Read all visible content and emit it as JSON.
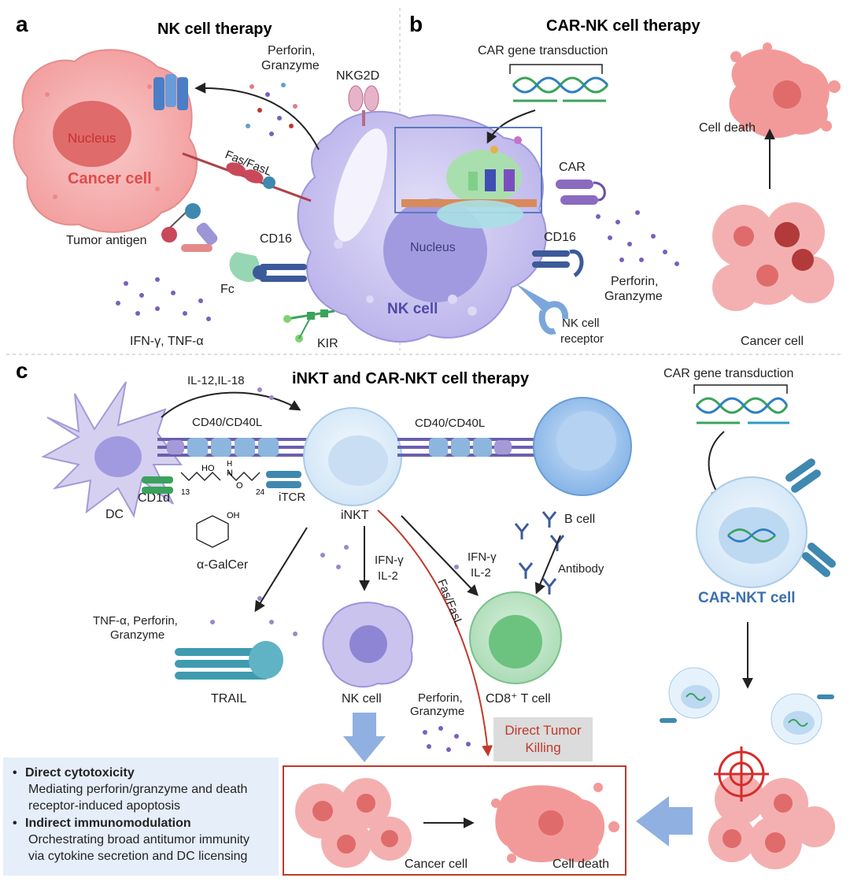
{
  "panel_a": {
    "letter": "a",
    "title": "NK cell therapy",
    "labels": {
      "perforin_granzyme": [
        "Perforin,",
        "Granzyme"
      ],
      "nkg2d": "NKG2D",
      "nucleus": "Nucleus",
      "cancer_cell": "Cancer cell",
      "fas_fasl": "Fas/FasL",
      "tumor_antigen": "Tumor antigen",
      "cd16": "CD16",
      "fc": "Fc",
      "ifn_tnf": "IFN-γ, TNF-α",
      "kir": "KIR",
      "nk_nucleus": "Nucleus",
      "nk_cell": "NK cell"
    }
  },
  "panel_b": {
    "letter": "b",
    "title": "CAR-NK cell therapy",
    "labels": {
      "car_gene_transduction": "CAR gene transduction",
      "car": "CAR",
      "cd16": "CD16",
      "perforin_granzyme": [
        "Perforin,",
        "Granzyme"
      ],
      "nk_cell_receptor": [
        "NK cell",
        "receptor"
      ],
      "cell_death": "Cell death",
      "cancer_cell": "Cancer cell"
    }
  },
  "panel_c": {
    "letter": "c",
    "title": "iNKT and CAR-NKT cell therapy",
    "labels": {
      "il12_il18": "IL-12,IL-18",
      "cd40_cd40l_left": "CD40/CD40L",
      "cd40_cd40l_right": "CD40/CD40L",
      "dc": "DC",
      "cd1d": "CD1d",
      "itcr": "iTCR",
      "inkt": "iNKT",
      "b_cell": "B cell",
      "alpha_galcer": "α-GalCer",
      "ifn_il2_mid": [
        "IFN-γ",
        "IL-2"
      ],
      "ifn_il2_right": [
        "IFN-γ",
        "IL-2"
      ],
      "fas_fasl": "Fas/FasL",
      "antibody": "Antibody",
      "tnf_perforin_granzyme": [
        "TNF-α, Perforin,",
        "Granzyme"
      ],
      "trail": "TRAIL",
      "nk_cell": "NK cell",
      "perforin_granzyme": [
        "Perforin,",
        "Granzyme"
      ],
      "cd8_t_cell": "CD8⁺ T cell",
      "direct_tumor_killing": [
        "Direct Tumor",
        "Killing"
      ],
      "car_gene_transduction": "CAR gene transduction",
      "car_nkt_cell": "CAR-NKT cell",
      "cancer_cell": "Cancer cell",
      "cell_death": "Cell death",
      "chem_numbers": [
        "13",
        "24",
        "OH",
        "HO",
        "N",
        "H",
        "O"
      ]
    }
  },
  "summary": {
    "items": [
      {
        "heading": "Direct cytotoxicity",
        "desc": [
          "Mediating perforin/granzyme and death",
          "receptor-induced apoptosis"
        ]
      },
      {
        "heading": "Indirect immunomodulation",
        "desc": [
          "Orchestrating broad antitumor immunity",
          "via cytokine secretion and DC licensing"
        ]
      }
    ]
  },
  "colors": {
    "cancer": "#f2a6a6",
    "cancer_dark": "#d95c5c",
    "nk": "#c9c3ee",
    "nk_dark": "#8e86d4",
    "inkt": "#dcecf8",
    "dna_green": "#3aa35b",
    "dna_blue": "#2f7fc1",
    "red_text": "#d23a3a",
    "blue_title": "#3b6fb0",
    "arrow_blue": "#7fa3d8"
  }
}
